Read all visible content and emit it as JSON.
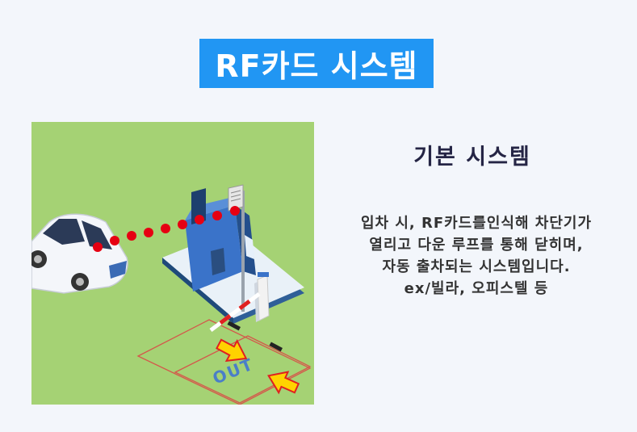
{
  "header": {
    "title": "RF카드 시스템"
  },
  "main": {
    "subtitle": "기본 시스템",
    "description_lines": [
      "입차 시, RF카드를인식해 차단기가",
      "열리고 다운 루프를 통해 닫히며,",
      "자동 출차되는 시스템입니다.",
      "ex/빌라, 오피스텔 등"
    ]
  },
  "illustration": {
    "road_label": "OUT",
    "icons": [
      "car-icon",
      "parking-booth-icon",
      "gate-barrier-icon",
      "arrow-icon"
    ]
  },
  "colors": {
    "title_background": "#2196f3",
    "title_text": "#ffffff",
    "illustration_background": "#a5d274",
    "signal_dots": "#e60012",
    "booth_blue": "#3a73c9",
    "text_dark": "#252545"
  }
}
